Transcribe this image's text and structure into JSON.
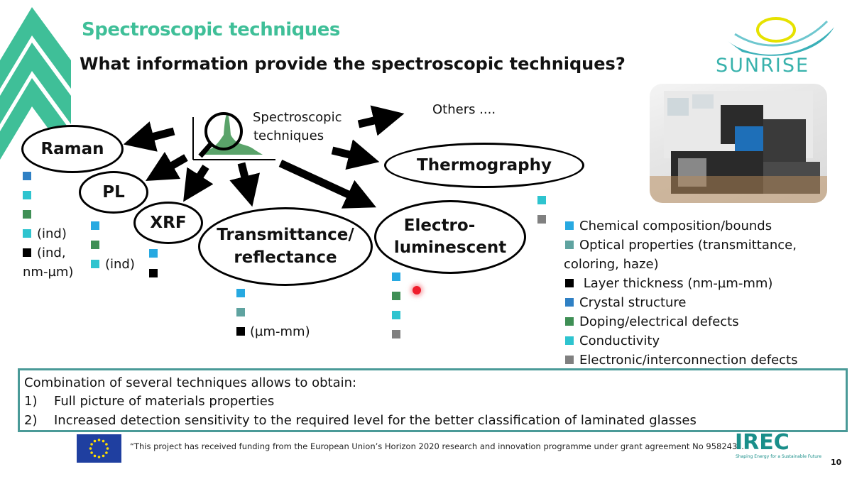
{
  "header": {
    "title": "Spectroscopic techniques",
    "subtitle": "What information provide the spectroscopic techniques?"
  },
  "logo": {
    "text": "SUNRISE"
  },
  "center_label": {
    "line1": "Spectroscopic",
    "line2": "techniques"
  },
  "others_label": "Others ....",
  "techniques": {
    "raman": "Raman",
    "pl": "PL",
    "xrf": "XRF",
    "transmittance_line1": "Transmittance/",
    "transmittance_line2": "reflectance",
    "electro_line1": "Electro-",
    "electro_line2": "luminescent",
    "thermography": "Thermography"
  },
  "annotations": {
    "raman_ind": "(ind)",
    "raman_ind2_line1": "(ind,",
    "raman_ind2_line2": "nm-µm)",
    "pl_ind": "(ind)",
    "trans_range": "(µm-mm)"
  },
  "legend": [
    {
      "label": "Chemical composition/bounds",
      "color": "#27a9e1"
    },
    {
      "label": "Optical properties (transmittance,",
      "color": "#5fa3a0"
    },
    {
      "label": "coloring, haze)",
      "color": ""
    },
    {
      "label": " Layer thickness (nm-µm-mm)",
      "color": "#000000"
    },
    {
      "label": "Crystal structure",
      "color": "#2f80c4"
    },
    {
      "label": "Doping/electrical defects",
      "color": "#3f8f55"
    },
    {
      "label": "Conductivity",
      "color": "#2ec4cf"
    },
    {
      "label": "Electronic/interconnection defects",
      "color": "#808080"
    }
  ],
  "summary": {
    "intro": "Combination of several techniques allows to obtain:",
    "item1_num": "1)",
    "item1": "Full picture of materials properties",
    "item2_num": "2)",
    "item2": "Increased detection sensitivity to the required level for the better classification of laminated glasses"
  },
  "footer": {
    "funding": "“This project has received funding from the European Union’s Horizon 2020 research and innovation programme under grant agreement No 958243”.",
    "irec": "IREC",
    "irec_tagline": "Shaping Energy for a Sustainable Future",
    "page_number": "10"
  }
}
